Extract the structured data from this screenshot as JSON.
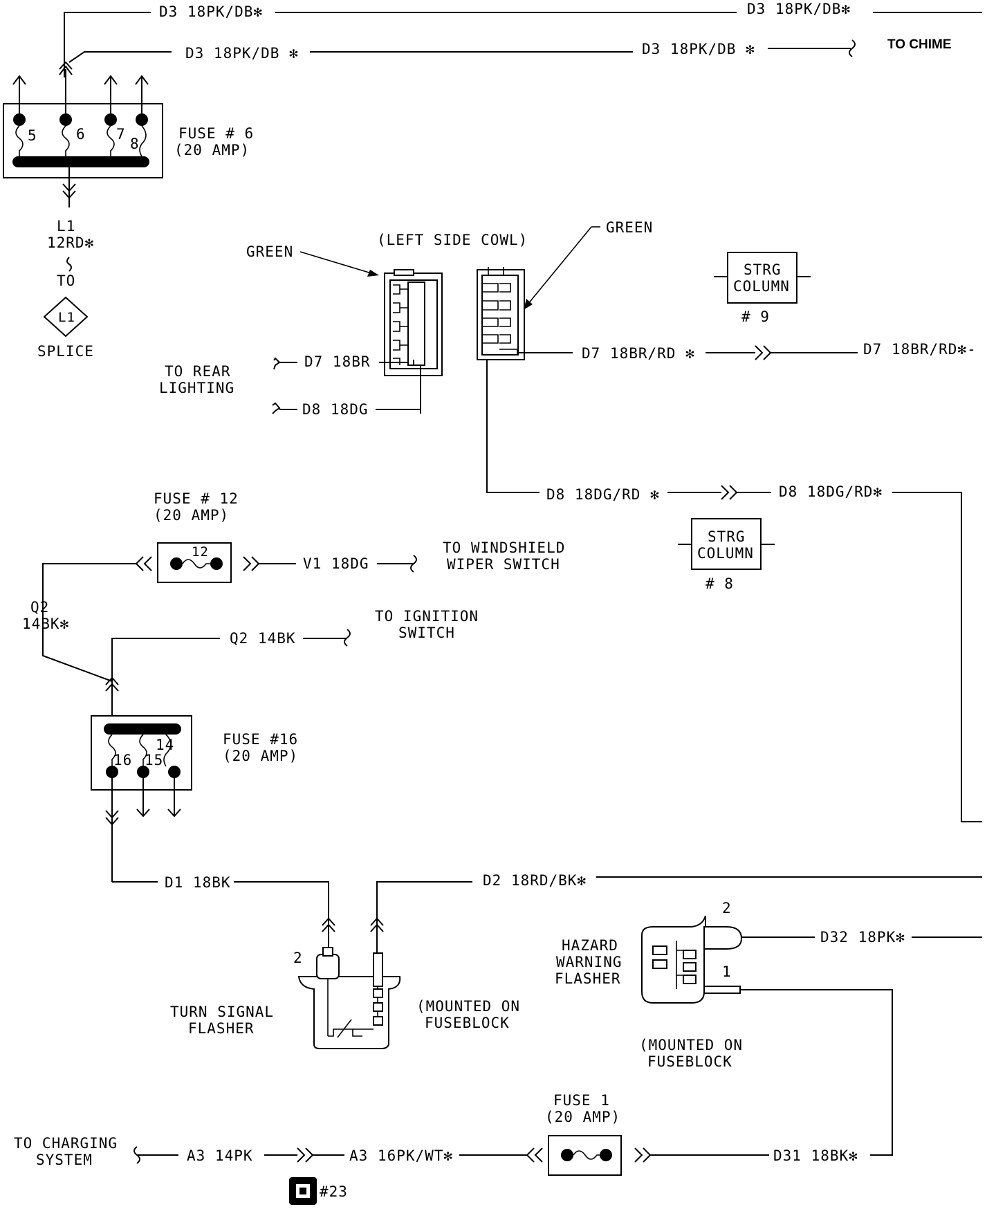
{
  "top": {
    "d3_top_left": "D3 18PK/DB✻",
    "d3_top_right": "D3 18PK/DB✻",
    "d3_second_left": "D3 18PK/DB ✻",
    "d3_second_right": "D3 18PK/DB ✻",
    "to_chime": "TO CHIME"
  },
  "fuse6": {
    "title": "FUSE # 6",
    "rating": "(20 AMP)",
    "slots": [
      "5",
      "6",
      "7",
      "8"
    ]
  },
  "splice": {
    "wire_code": "L1",
    "wire_spec": "12RD✻",
    "to": "TO",
    "symbol": "L1",
    "label": "SPLICE"
  },
  "cowl": {
    "title": "(LEFT SIDE COWL)",
    "green_left": "GREEN",
    "green_right": "GREEN",
    "to_rear_1": "TO REAR",
    "to_rear_2": "LIGHTING",
    "d7_left": "D7 18BR",
    "d8_left": "D8 18DG",
    "d7_right": "D7 18BR/RD ✻",
    "d7_far": "D7 18BR/RD✻-",
    "d8_right": "D8 18DG/RD ✻",
    "d8_far": "D8 18DG/RD✻"
  },
  "strg9": {
    "line1": "STRG",
    "line2": "COLUMN",
    "num": "# 9"
  },
  "strg8": {
    "line1": "STRG",
    "line2": "COLUMN",
    "num": "# 8"
  },
  "fuse12": {
    "title": "FUSE # 12",
    "rating": "(20 AMP)",
    "num": "12",
    "wire": "V1 18DG",
    "to1": "TO WINDSHIELD",
    "to2": "WIPER SWITCH"
  },
  "q2": {
    "left1": "Q2",
    "left2": "14BK✻",
    "wire": "Q2 14BK",
    "to1": "TO IGNITION",
    "to2": "SWITCH"
  },
  "fuse16": {
    "title": "FUSE #16",
    "rating": "(20 AMP)",
    "slots": [
      "16",
      "15",
      "14"
    ]
  },
  "lower": {
    "d1": "D1 18BK",
    "d2": "D2 18RD/BK✻",
    "d32": "D32 18PK✻",
    "d31": "D31 18BK✻"
  },
  "turn_flasher": {
    "pin2": "2",
    "label1": "TURN SIGNAL",
    "label2": "FLASHER",
    "mount1": "(MOUNTED ON",
    "mount2": "FUSEBLOCK"
  },
  "hazard": {
    "pin2": "2",
    "pin1": "1",
    "label1": "HAZARD",
    "label2": "WARNING",
    "label3": "FLASHER",
    "mount1": "(MOUNTED ON",
    "mount2": "FUSEBLOCK"
  },
  "fuse1": {
    "title": "FUSE 1",
    "rating": "(20 AMP)"
  },
  "charging": {
    "to1": "TO CHARGING",
    "to2": "SYSTEM",
    "a3_left": "A3 14PK",
    "a3_right": "A3 16PK/WT✻",
    "badge": "#23"
  }
}
